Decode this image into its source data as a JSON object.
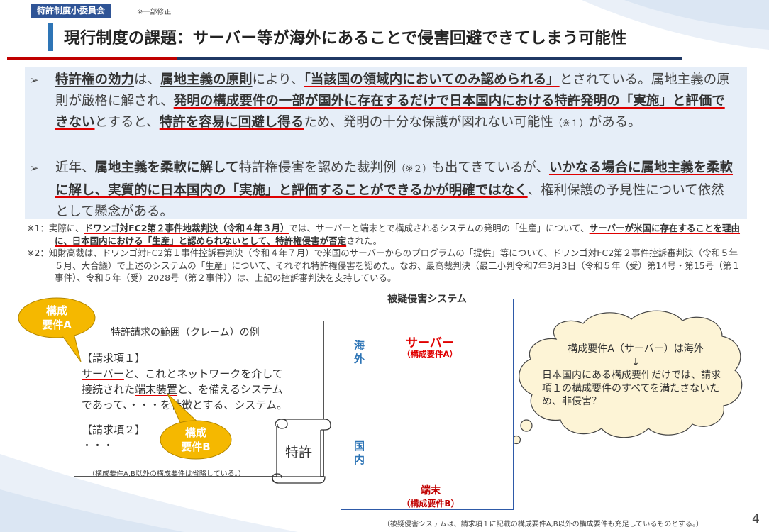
{
  "header": {
    "committee_tag": "特許制度小委員会",
    "revision_note": "※一部修正",
    "title": "現行制度の課題：サーバー等が海外にあることで侵害回避できてしまう可能性"
  },
  "bullet_marker": "➢",
  "bullets": [
    {
      "parts": [
        {
          "t": "特許権の効力",
          "s": "bu"
        },
        {
          "t": "は、",
          "s": ""
        },
        {
          "t": "属地主義の原則",
          "s": "bu"
        },
        {
          "t": "により、",
          "s": ""
        },
        {
          "t": "「当該国の領域内においてのみ認められる」",
          "s": "ru"
        },
        {
          "t": "とされている。属地主義の原則が厳格に解され、",
          "s": ""
        },
        {
          "t": "発明の構成要件の一部が国外に存在するだけで日本国内における特許発明の「実施」と評価できない",
          "s": "ru"
        },
        {
          "t": "とすると、",
          "s": ""
        },
        {
          "t": "特許を容易に回避し得る",
          "s": "ru"
        },
        {
          "t": "ため、発明の十分な保護が図れない可能性",
          "s": ""
        },
        {
          "t": "（※１）",
          "s": "small"
        },
        {
          "t": "がある。",
          "s": ""
        }
      ]
    },
    {
      "parts": [
        {
          "t": "近年、",
          "s": ""
        },
        {
          "t": "属地主義を柔軟に解して",
          "s": "bu"
        },
        {
          "t": "特許権侵害を認めた裁判例",
          "s": ""
        },
        {
          "t": "（※２）",
          "s": "small"
        },
        {
          "t": "も出てきているが、",
          "s": ""
        },
        {
          "t": "いかなる場合に属地主義を柔軟に解し、実質的に日本国内の「実施」と評価することができるかが明確ではなく",
          "s": "ru"
        },
        {
          "t": "、権利保護の予見性について依然として懸念がある。",
          "s": ""
        }
      ]
    }
  ],
  "notes": [
    {
      "parts": [
        {
          "t": "※1：実際に、",
          "s": ""
        },
        {
          "t": "ドワンゴ対FC2第２事件地裁判決（令和４年３月）",
          "s": "ru"
        },
        {
          "t": "では、サーバーと端末とで構成されるシステムの発明の「生産」について、",
          "s": ""
        },
        {
          "t": "サーバーが米国に存在することを理由に、日本国内における「生産」と認められないとして、特許権侵害が否定",
          "s": "ru"
        },
        {
          "t": "された。",
          "s": ""
        }
      ]
    },
    {
      "parts": [
        {
          "t": "※2：知財高裁は、ドワンゴ対FC2第１事件控訴審判決（令和４年７月）で米国のサーバーからのプログラムの「提供」等について、ドワンゴ対FC2第２事件控訴審判決（令和５年５月、大合議）で上述のシステムの「生産」について、それぞれ特許権侵害を認めた。なお、最高裁判決（最二小判令和7年3月3日（令和５年（受）第14号・第15号（第１事件）、令和５年（受）2028号（第２事件））は、上記の控訴審判決を支持している。",
          "s": ""
        }
      ]
    }
  ],
  "claim": {
    "heading": "特許請求の範囲（クレーム）の例",
    "item1": "【請求項１】",
    "server_word": "サーバー",
    "line1_rest": "と、これとネットワークを介して",
    "line2_pre": "接続された",
    "terminal_word": "端末装置",
    "line2_post": "と、を備えるシステム",
    "line3": "であって、・・・を特徴とする、システム。",
    "item2": "【請求項２】",
    "dots": "・・・",
    "footnote": "（構成要件A,B以外の構成要件は省略している。）"
  },
  "callouts": {
    "a_line1": "構成",
    "a_line2": "要件A",
    "b_line1": "構成",
    "b_line2": "要件B"
  },
  "scroll_label": "特許",
  "system": {
    "label": "被疑侵害システム",
    "overseas": "海外",
    "domestic": "国内",
    "server": "サーバー",
    "server_sub": "（構成要件A）",
    "terminal": "端末",
    "terminal_sub": "（構成要件B）"
  },
  "thought": {
    "line1": "構成要件A（サーバー）は海外",
    "arrow": "↓",
    "body": "日本国内にある構成要件だけでは、請求項１の構成要件のすべてを満たさないため、非侵害？"
  },
  "footer_note": "（被疑侵害システムは、請求項１に記載の構成要件A,B以外の構成要件も充足しているものとする。）",
  "page_number": "4",
  "colors": {
    "accent_blue": "#2e75b6",
    "navy": "#1f3864",
    "red": "#c00000",
    "callout_yellow": "#f5b800",
    "green": "#70ad47",
    "thought_fill": "#fdf4d6"
  }
}
